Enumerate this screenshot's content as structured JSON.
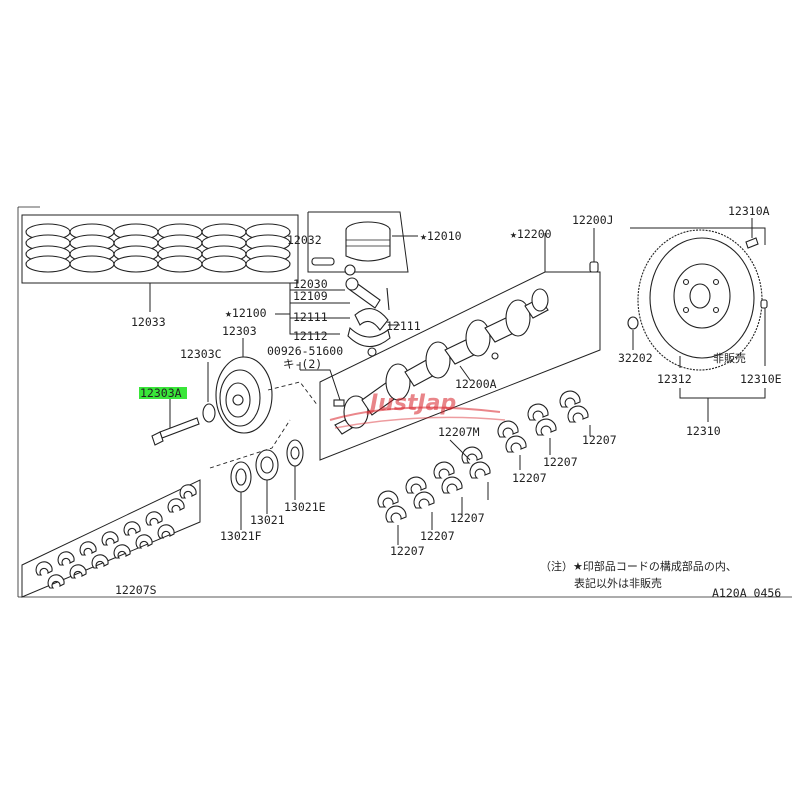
{
  "part_labels": {
    "p12033": "12033",
    "p12032": "12032",
    "p12010": "★12010",
    "p12200": "★12200",
    "p12200J": "12200J",
    "p12310A": "12310A",
    "p12030": "12030",
    "p12109": "12109",
    "p12100": "★12100",
    "p12111a": "12111",
    "p12111b": "12111",
    "p12112": "12112",
    "p12303": "12303",
    "p12303C": "12303C",
    "p00926": "00926-51600",
    "pKey": "キ-(2)",
    "p12303A": "12303A",
    "p12200A": "12200A",
    "p32202": "32202",
    "p12312": "12312",
    "pNotSold": "非販売",
    "p12310E": "12310E",
    "p12310": "12310",
    "p12207M": "12207M",
    "p12207_1": "12207",
    "p12207_2": "12207",
    "p12207_3": "12207",
    "p12207_4": "12207",
    "p12207_5": "12207",
    "p12207_6": "12207",
    "p13021E": "13021E",
    "p13021": "13021",
    "p13021F": "13021F",
    "p12207S": "12207S"
  },
  "note": {
    "line1": "（注）★印部品コードの構成部品の内、",
    "line2": "表記以外は非販売"
  },
  "diagram_code": "A120A 0456",
  "watermark": "JustJap",
  "highlight_color": "#39e639",
  "watermark_color": "#d8232a"
}
